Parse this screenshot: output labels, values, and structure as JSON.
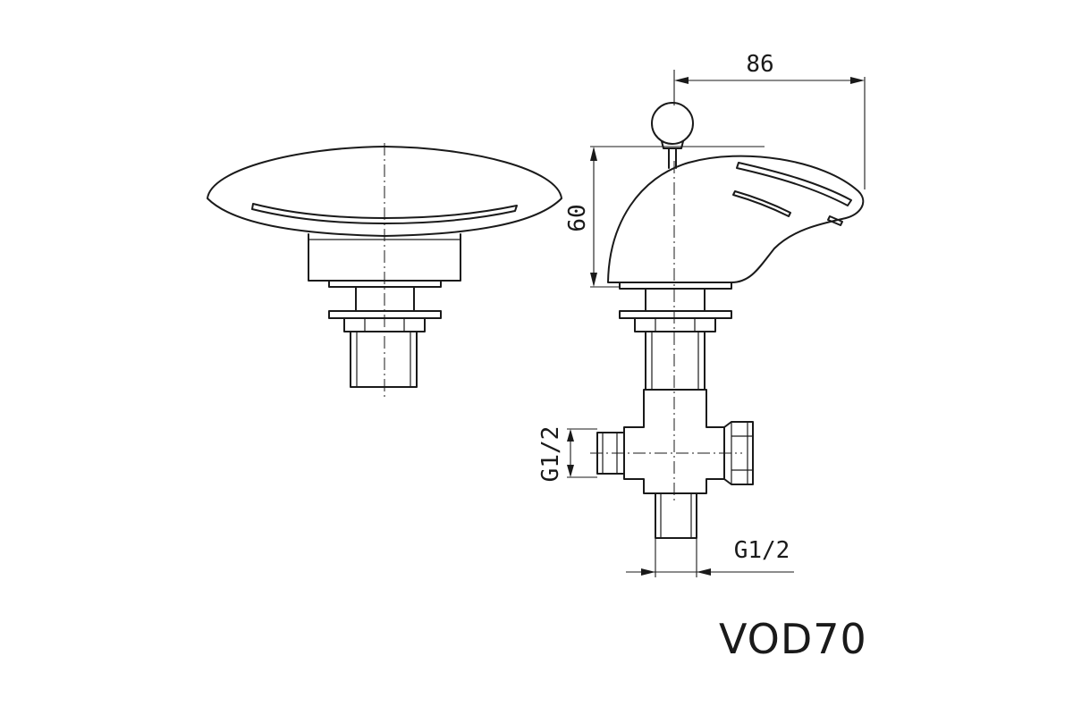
{
  "dimensions": {
    "width": "86",
    "height": "60",
    "side_thread": "G1/2",
    "bottom_thread": "G1/2"
  },
  "model": "VOD70"
}
